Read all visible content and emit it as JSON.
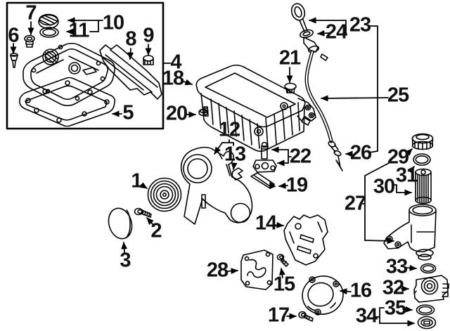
{
  "colors": {
    "background": "#ffffff",
    "line": "#000000",
    "label": "#111111"
  },
  "callouts": {
    "c1": "1",
    "c2": "2",
    "c3": "3",
    "c4": "4",
    "c5": "5",
    "c6": "6",
    "c7": "7",
    "c8": "8",
    "c9": "9",
    "c10": "10",
    "c11": "11",
    "c12": "12",
    "c13": "13",
    "c14": "14",
    "c15": "15",
    "c16": "16",
    "c17": "17",
    "c18": "18",
    "c19": "19",
    "c20": "20",
    "c21": "21",
    "c22": "22",
    "c23": "23",
    "c24": "24",
    "c25": "25",
    "c26": "26",
    "c27": "27",
    "c28": "28",
    "c29": "29",
    "c30": "30",
    "c31": "31",
    "c32": "32",
    "c33": "33",
    "c34": "34",
    "c35": "35"
  }
}
